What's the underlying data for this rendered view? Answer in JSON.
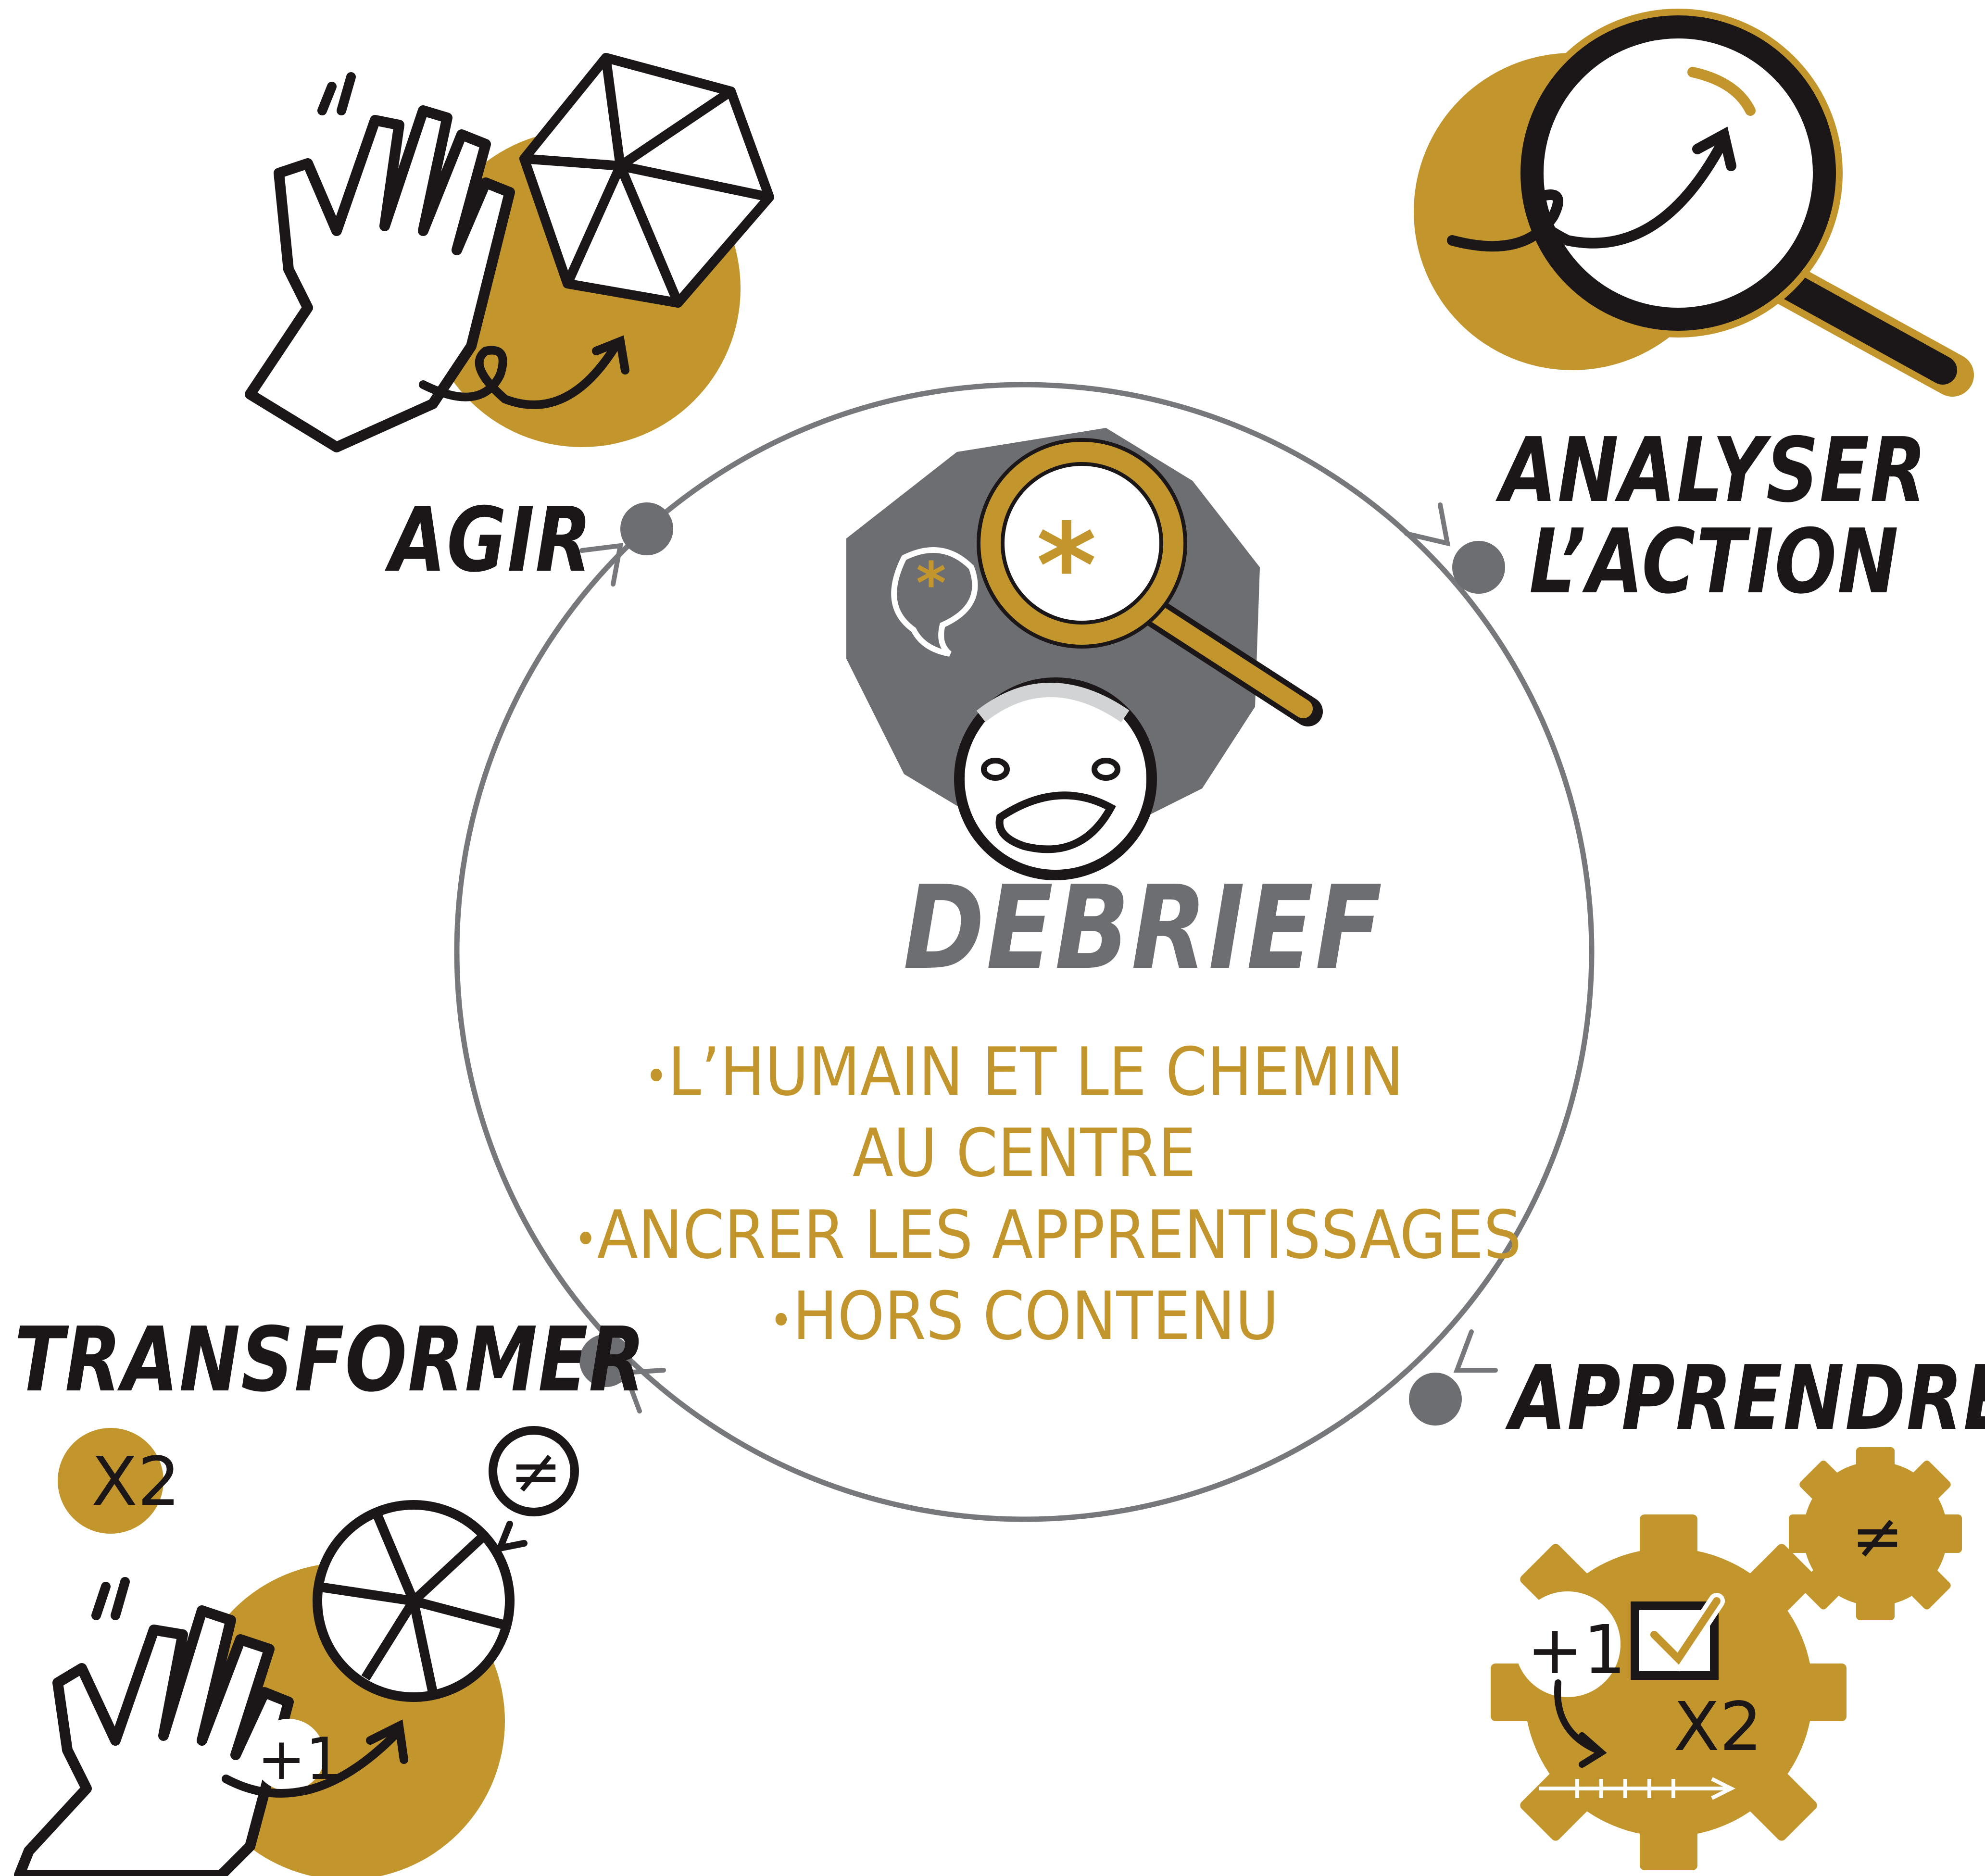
{
  "center": {
    "title": "DEBRIEF",
    "bullets": [
      {
        "bullet": "•",
        "text": "L’HUMAIN ET LE CHEMIN"
      },
      {
        "bullet": "",
        "text": "AU CENTRE"
      },
      {
        "bullet": "•",
        "text": "ANCRER LES APPRENTISSAGES"
      },
      {
        "bullet": "•",
        "text": "HORS CONTENU"
      }
    ]
  },
  "stages": {
    "agir": "AGIR",
    "analyser_line1": "ANALYSER",
    "analyser_line2": "L’ACTION",
    "apprendre": "APPRENDRE",
    "transformer": "TRANSFORMER"
  },
  "annotations": {
    "x2": "X2",
    "plus_one": "+1",
    "different": "≠"
  },
  "icons": [
    "hand-icon",
    "crystal-icon",
    "magnifier-icon",
    "face-icon",
    "gear-icon",
    "pie-icon",
    "checkbox-icon",
    "speech-bubble-icon"
  ],
  "colors": {
    "gold": "#c3962d",
    "gray": "#6d6e71",
    "dark": "#1b1718",
    "cycle": "#77787b"
  }
}
